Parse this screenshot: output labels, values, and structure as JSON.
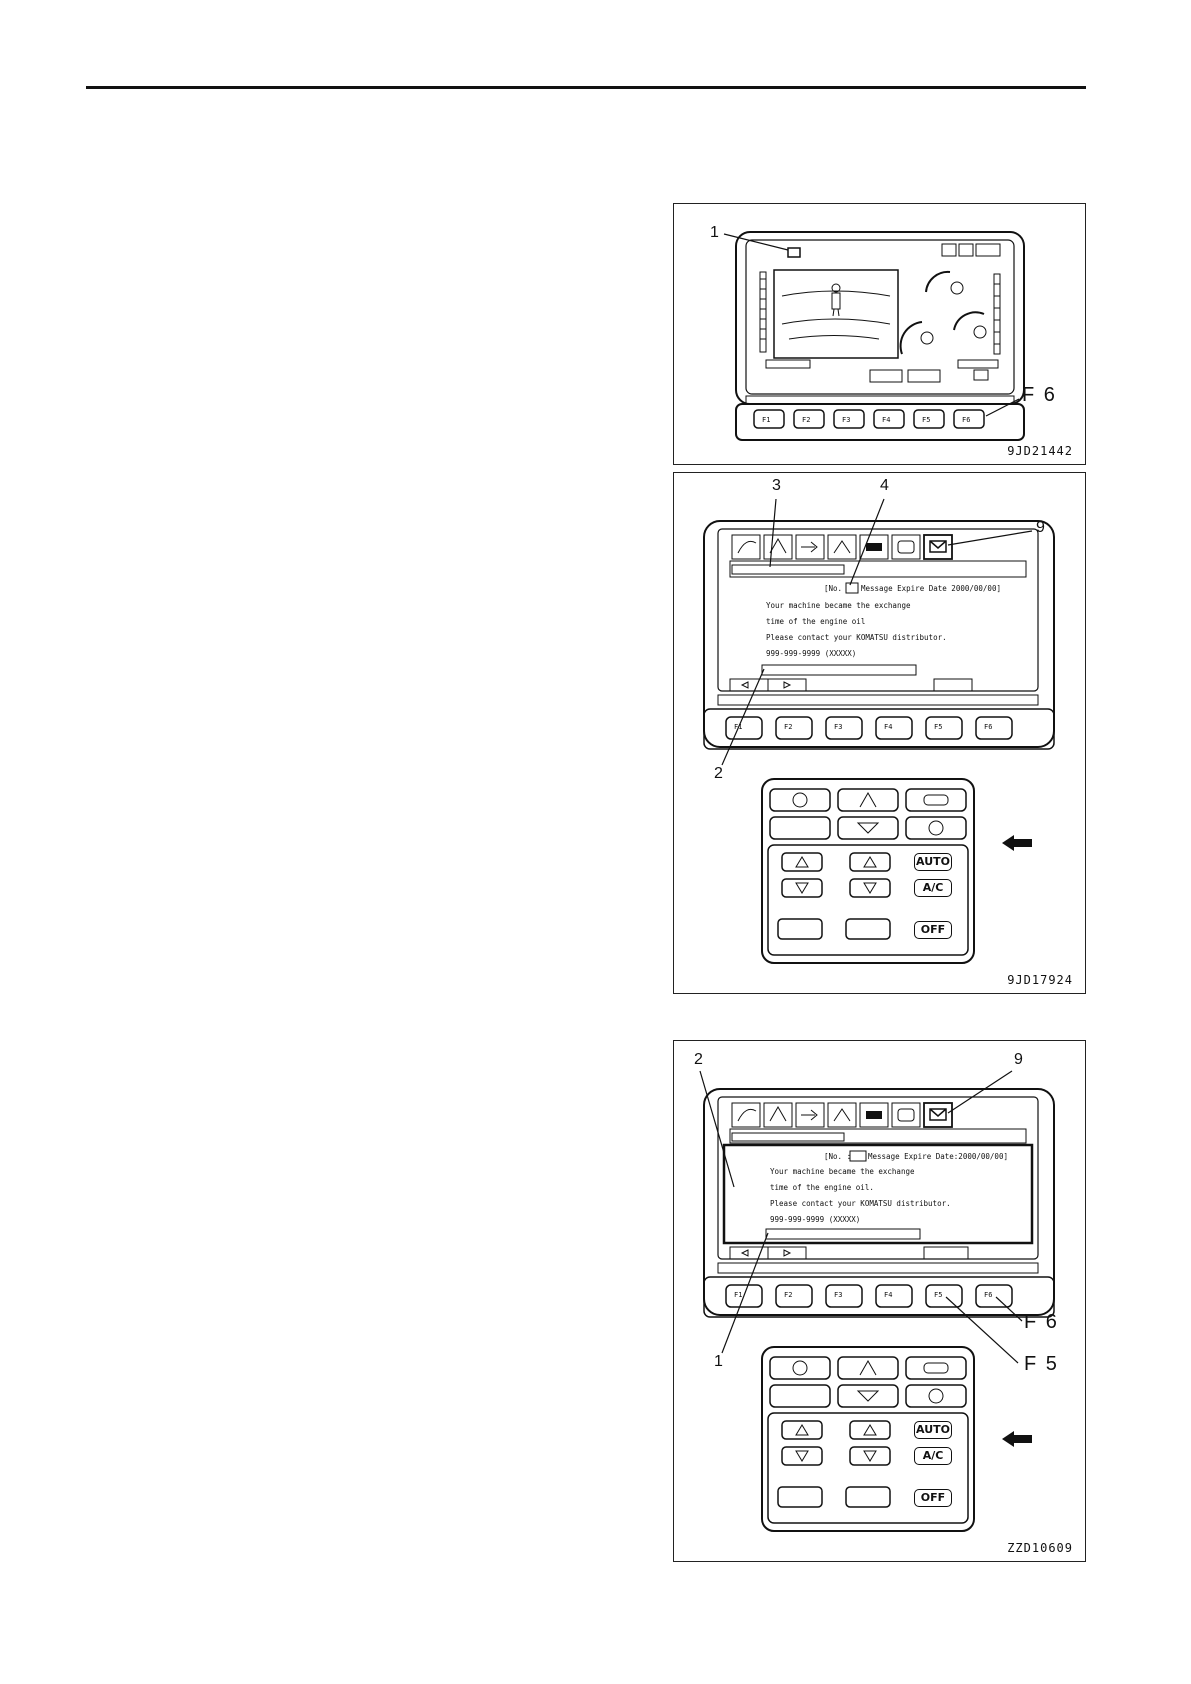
{
  "figure1": {
    "code": "9JD21442",
    "callouts": {
      "one": "1",
      "f6": "F 6"
    },
    "fkeys": [
      "F1",
      "F2",
      "F3",
      "F4",
      "F5",
      "F6"
    ]
  },
  "figure2": {
    "code": "9JD17924",
    "callouts": {
      "three": "3",
      "four": "4",
      "nine": "9",
      "two": "2"
    },
    "header": "[No.",
    "expire": "Message Expire Date 2000/00/00]",
    "lines": [
      "Your machine became the exchange",
      "time of the engine oil",
      "Please contact your KOMATSU distributor.",
      "999-999-9999 (XXXXX)"
    ],
    "fkeys": [
      "F1",
      "F2",
      "F3",
      "F4",
      "F5",
      "F6"
    ],
    "panel_labels": {
      "auto": "AUTO",
      "ac": "A/C",
      "off": "OFF"
    }
  },
  "figure3": {
    "code": "ZZD10609",
    "callouts": {
      "two": "2",
      "nine": "9",
      "one": "1",
      "f6": "F 6",
      "f5": "F 5"
    },
    "header": "[No. :",
    "expire": "Message Expire Date:2000/00/00]",
    "lines": [
      "Your machine became the exchange",
      "time of the engine oil.",
      "Please contact your KOMATSU distributor.",
      "999-999-9999 (XXXXX)"
    ],
    "fkeys": [
      "F1",
      "F2",
      "F3",
      "F4",
      "F5",
      "F6"
    ],
    "panel_labels": {
      "auto": "AUTO",
      "ac": "A/C",
      "off": "OFF"
    }
  }
}
